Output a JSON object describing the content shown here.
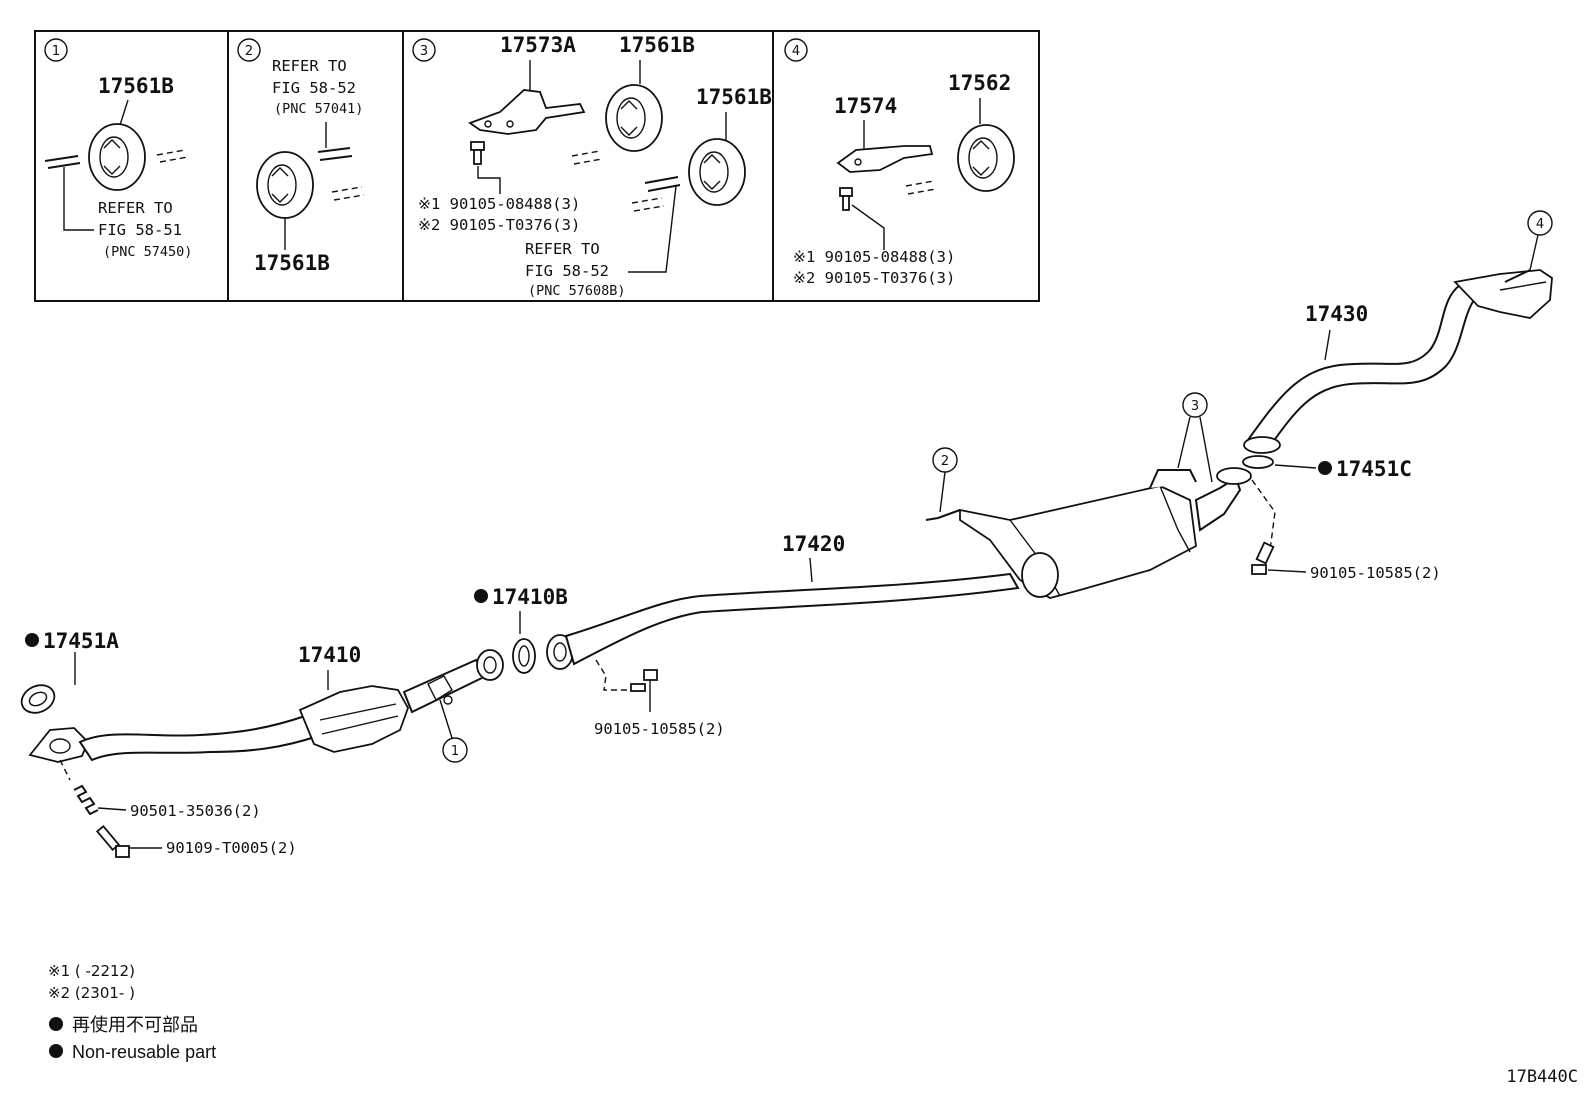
{
  "insets": {
    "inset1": {
      "circle": "1",
      "part": "17561B",
      "refer1": "REFER TO",
      "refer2": "FIG 58-51",
      "pnc": "(PNC 57450)"
    },
    "inset2": {
      "circle": "2",
      "refer1": "REFER TO",
      "refer2": "FIG 58-52",
      "pnc": "(PNC 57041)",
      "part": "17561B"
    },
    "inset3": {
      "circle": "3",
      "bracket": "17573A",
      "part_a": "17561B",
      "part_b": "17561B",
      "bolt1": "※1 90105-08488(3)",
      "bolt2": "※2 90105-T0376(3)",
      "refer1": "REFER TO",
      "refer2": "FIG 58-52",
      "pnc": "(PNC 57608B)"
    },
    "inset4": {
      "circle": "4",
      "bracket": "17574",
      "part": "17562",
      "bolt1": "※1 90105-08488(3)",
      "bolt2": "※2 90105-T0376(3)"
    }
  },
  "main": {
    "gasket_front": "17451A",
    "front_pipe": "17410",
    "gasket_mid": "17410B",
    "center_pipe": "17420",
    "tail_pipe": "17430",
    "gasket_rear": "17451C",
    "bolt_mid": "90105-10585(2)",
    "bolt_rear": "90105-10585(2)",
    "spring": "90501-35036(2)",
    "bolt_front": "90109-T0005(2)",
    "callout1": "1",
    "callout2": "2",
    "callout3": "3",
    "callout4": "4"
  },
  "notes": {
    "note1": "※1 (      -2212)",
    "note2": "※2 (2301-      )",
    "legend_jp": "再使用不可部品",
    "legend_en": "Non-reusable part"
  },
  "diagram_code": "17B440C"
}
